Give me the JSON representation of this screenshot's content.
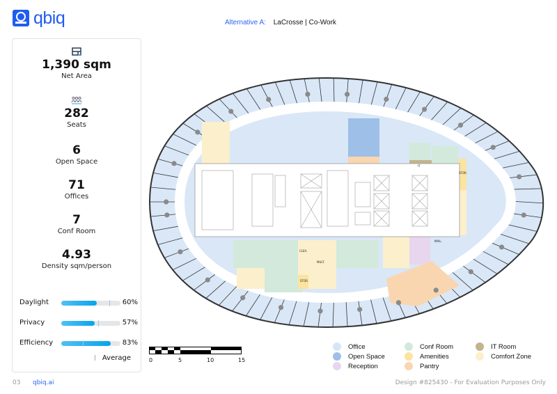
{
  "brand": {
    "name": "qbiq",
    "logo_icon": "qbiq-logo-icon"
  },
  "header": {
    "alternative": "Alternative A:",
    "project": "LaCrosse | Co-Work"
  },
  "stats": [
    {
      "icon": "floor-area-icon",
      "value": "1,390 sqm",
      "label": "Net Area"
    },
    {
      "icon": "people-icon",
      "value": "282",
      "label": "Seats"
    },
    {
      "value": "6",
      "label": "Open Space"
    },
    {
      "value": "71",
      "label": "Offices"
    },
    {
      "value": "7",
      "label": "Conf Room"
    },
    {
      "value": "4.93",
      "label": "Density sqm/person"
    }
  ],
  "metrics": [
    {
      "label": "Daylight",
      "percent": 60,
      "average_percent": 81,
      "text": "60%"
    },
    {
      "label": "Privacy",
      "percent": 57,
      "average_percent": 62,
      "text": "57%"
    },
    {
      "label": "Efficiency",
      "percent": 83,
      "average_percent": 36,
      "text": "83%"
    }
  ],
  "average_label": "Average",
  "scale_bar": {
    "labels": [
      "0",
      "5",
      "10",
      "15"
    ]
  },
  "legend": [
    {
      "label": "Office",
      "color": "#d6e6f8"
    },
    {
      "label": "Open Space",
      "color": "#9dbfe8"
    },
    {
      "label": "Reception",
      "color": "#e8d5ee"
    },
    {
      "label": "Conf Room",
      "color": "#d2e9dc"
    },
    {
      "label": "Amenities",
      "color": "#fbe3a0"
    },
    {
      "label": "Pantry",
      "color": "#f9d6b0"
    },
    {
      "label": "IT Room",
      "color": "#c3b48e"
    },
    {
      "label": "Comfort Zone",
      "color": "#fcefcc"
    }
  ],
  "room_labels": {
    "it": "IT",
    "stor1": "STOR.",
    "stor2": "STOR.",
    "mult": "MULT.",
    "clea": "CLEA.",
    "mail": "MAIL."
  },
  "footer": {
    "page": "03",
    "link": "qbiq.ai",
    "note": "Design #825430 - For Evaluation Purposes Only"
  }
}
